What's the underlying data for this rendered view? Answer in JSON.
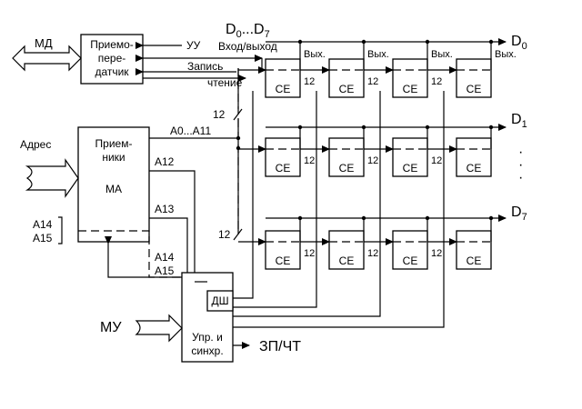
{
  "blocks": {
    "transceiver": [
      "Приемо-",
      "пере-",
      "датчик"
    ],
    "receivers": [
      "Прием-",
      "ники",
      "МА"
    ],
    "control": [
      "Упр. и",
      "синхр."
    ],
    "decoder": "ДШ",
    "chip_label": "CE"
  },
  "buses": {
    "md": "МД",
    "address": "Адрес",
    "mu": "МУ",
    "uu": "УУ",
    "write": "Запись",
    "read": "чтение",
    "data_range_prefix": "D",
    "data_range_sub_from": "0",
    "data_range_sep": "...",
    "data_range_sub_to": "7",
    "io": "Вход/выход",
    "wr_rd": "ЗП/ЧТ"
  },
  "signals": {
    "a0_a11": "А0...А11",
    "a12": "А12",
    "a13": "А13",
    "a14": "А14",
    "a15": "А15",
    "a14_left": "А14",
    "a15_left": "А15",
    "bus_width": "12",
    "output": "Вых."
  },
  "outputs": {
    "d_letter": "D",
    "d0_sub": "0",
    "d1_sub": "1",
    "d7_sub": "7",
    "ellipsis_dots": [
      "·",
      "·",
      "·"
    ]
  }
}
